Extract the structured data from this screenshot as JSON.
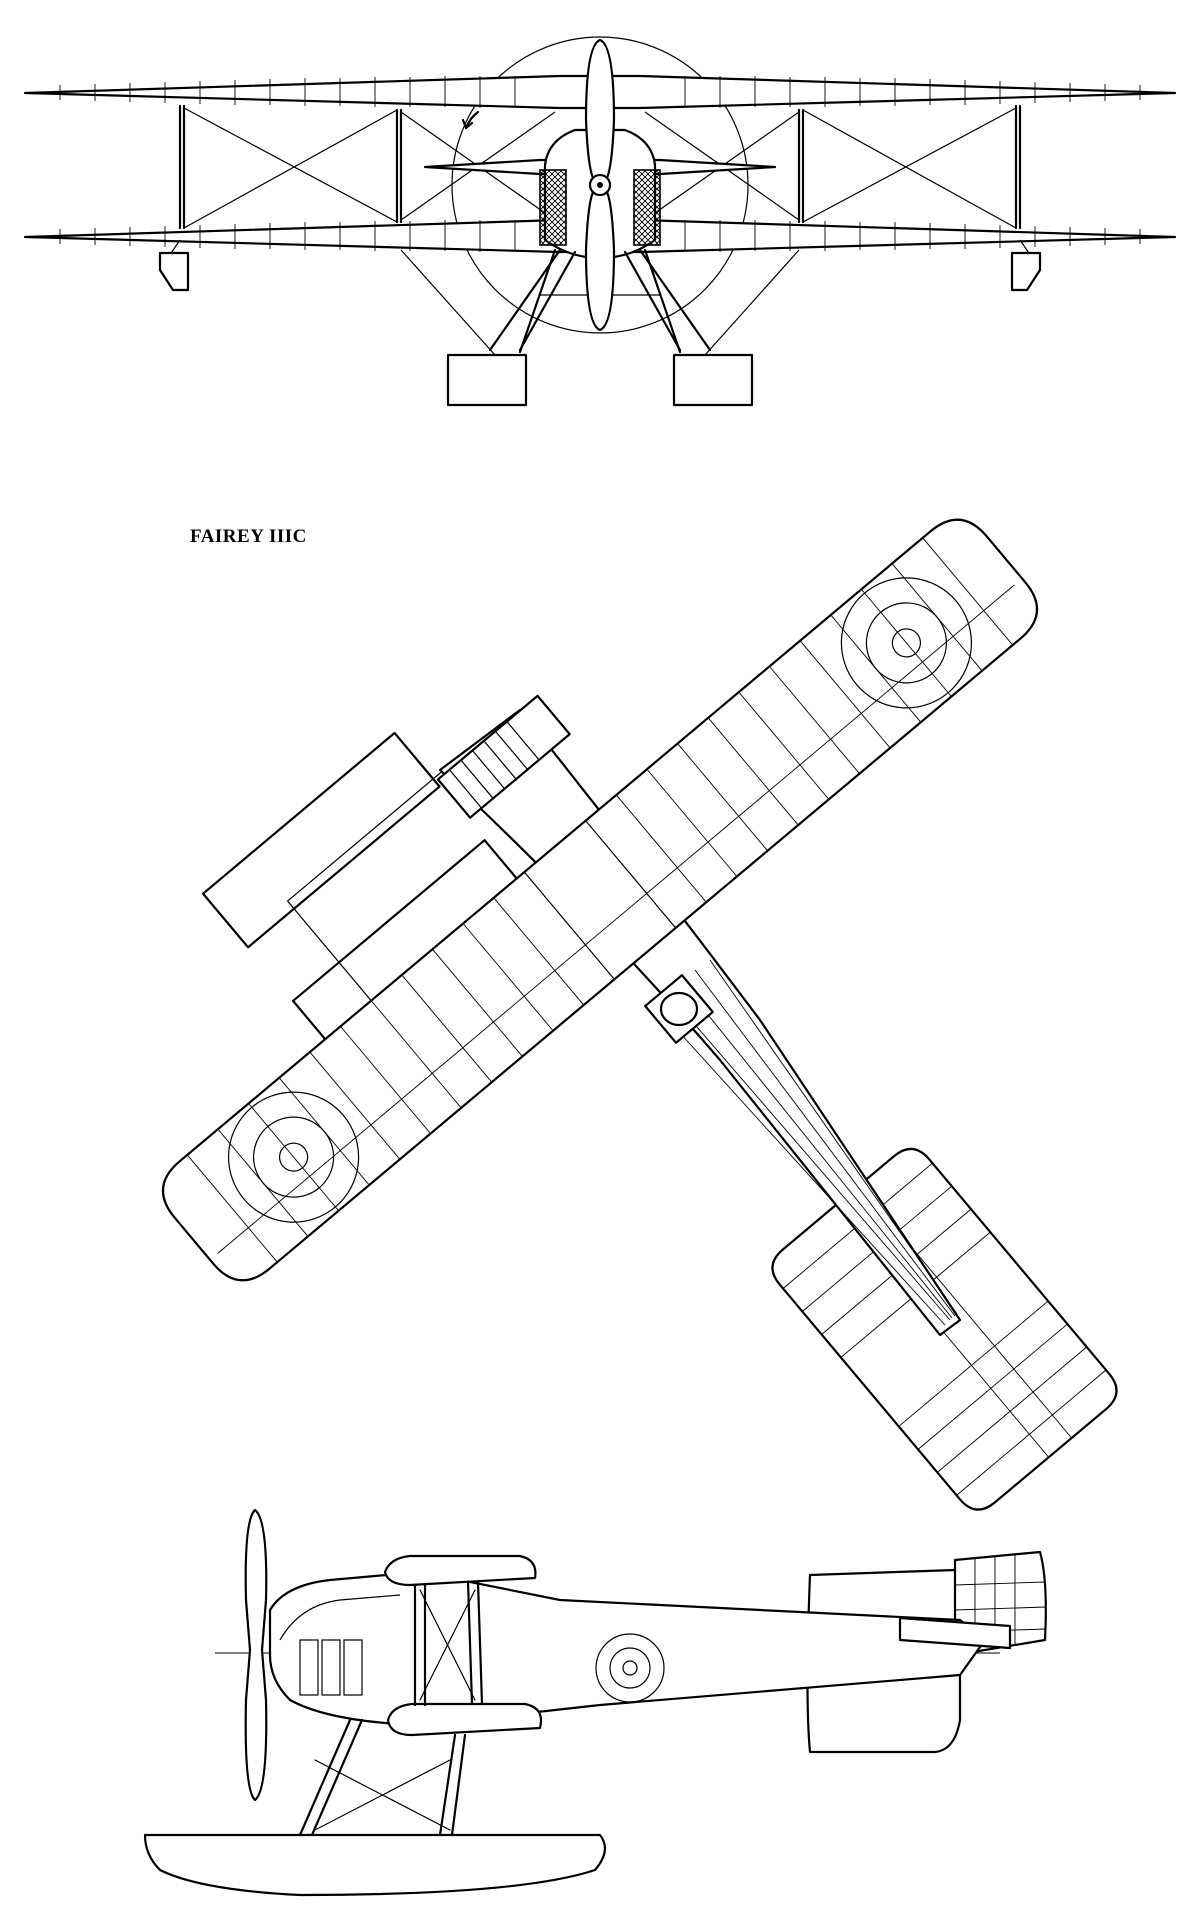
{
  "title": "FAIREY IIIC",
  "colors": {
    "ink": "#000000",
    "paper": "#ffffff"
  },
  "views": [
    "front-view",
    "plan-view",
    "side-view"
  ]
}
